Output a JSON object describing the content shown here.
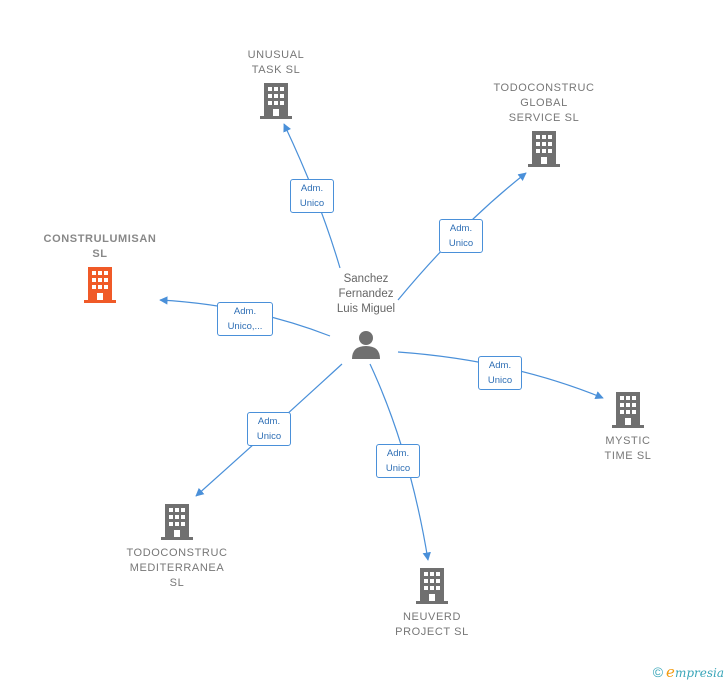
{
  "person": {
    "name": "Sanchez\nFernandez\nLuis Miguel",
    "icon": "person-icon"
  },
  "companies": {
    "unusual": {
      "name": "UNUSUAL\nTASK  SL",
      "color": "#707070"
    },
    "todoglobal": {
      "name": "TODOCONSTRUC\nGLOBAL\nSERVICE  SL",
      "color": "#707070"
    },
    "construlumisan": {
      "name": "CONSTRULUMISAN\nSL",
      "color": "#f05a28"
    },
    "mystic": {
      "name": "MYSTIC\nTIME  SL",
      "color": "#707070"
    },
    "neuverd": {
      "name": "NEUVERD\nPROJECT  SL",
      "color": "#707070"
    },
    "todomed": {
      "name": "TODOCONSTRUC\nMEDITERRANEA\nSL",
      "color": "#707070"
    }
  },
  "roles": {
    "unusual": [
      "Adm.",
      "Unico"
    ],
    "todoglobal": [
      "Adm.",
      "Unico"
    ],
    "construlumisan": [
      "Adm.",
      "Unico,..."
    ],
    "mystic": [
      "Adm.",
      "Unico"
    ],
    "neuverd": [
      "Adm.",
      "Unico"
    ],
    "todomed": [
      "Adm.",
      "Unico"
    ]
  },
  "brand": {
    "copyright": "©",
    "e": "e",
    "rest": "mpresia"
  },
  "colors": {
    "edge": "#4a90d9",
    "accent": "#f05a28",
    "icon": "#707070"
  }
}
